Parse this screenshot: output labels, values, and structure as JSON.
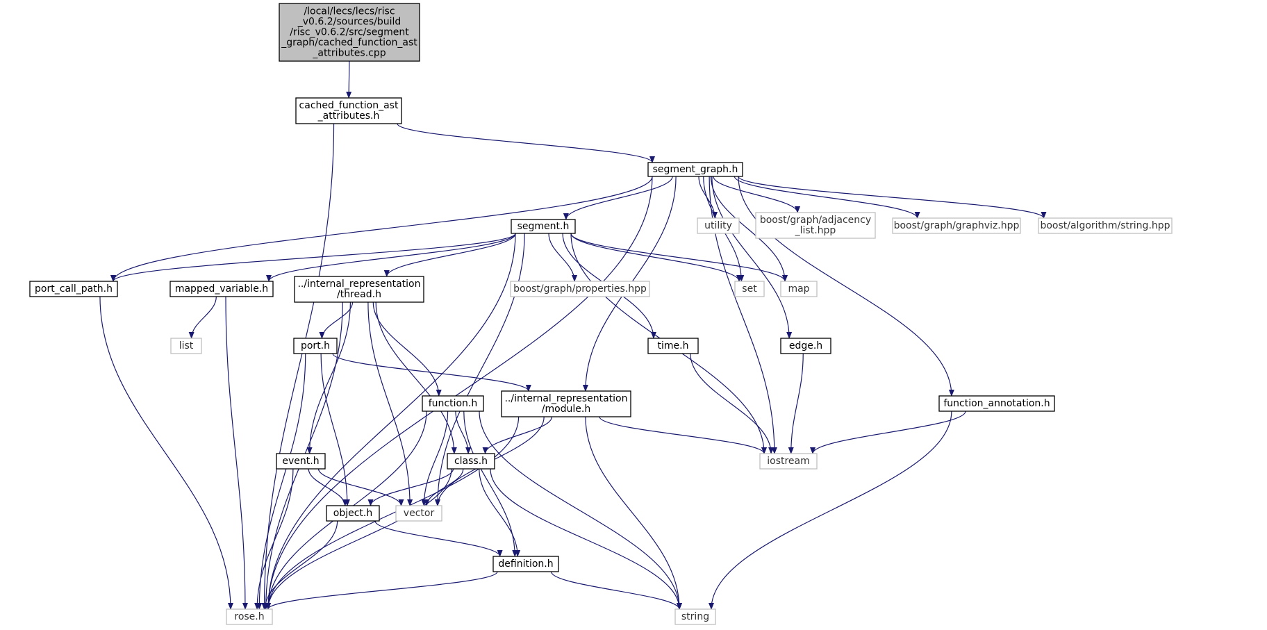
{
  "diagram": {
    "colors": {
      "edge": "#191970",
      "root_fill": "#bfbfbf",
      "node_border": "#000000",
      "external_border": "#bfbfbf"
    },
    "nodes": [
      {
        "id": "root",
        "kind": "root",
        "lines": [
          "/local/lecs/lecs/risc",
          "_v0.6.2/sources/build",
          "/risc_v0.6.2/src/segment",
          "_graph/cached_function_ast",
          "_attributes.cpp"
        ]
      },
      {
        "id": "cfa",
        "kind": "normal",
        "lines": [
          "cached_function_ast",
          "_attributes.h"
        ]
      },
      {
        "id": "sg",
        "kind": "normal",
        "lines": [
          "segment_graph.h"
        ]
      },
      {
        "id": "utility",
        "kind": "external",
        "lines": [
          "utility"
        ]
      },
      {
        "id": "adj",
        "kind": "external",
        "lines": [
          "boost/graph/adjacency",
          "_list.hpp"
        ]
      },
      {
        "id": "gviz",
        "kind": "external",
        "lines": [
          "boost/graph/graphviz.hpp"
        ]
      },
      {
        "id": "algstr",
        "kind": "external",
        "lines": [
          "boost/algorithm/string.hpp"
        ]
      },
      {
        "id": "seg",
        "kind": "normal",
        "lines": [
          "segment.h"
        ]
      },
      {
        "id": "pcp",
        "kind": "normal",
        "lines": [
          "port_call_path.h"
        ]
      },
      {
        "id": "mv",
        "kind": "normal",
        "lines": [
          "mapped_variable.h"
        ]
      },
      {
        "id": "thr",
        "kind": "normal",
        "lines": [
          "../internal_representation",
          "/thread.h"
        ]
      },
      {
        "id": "props",
        "kind": "external",
        "lines": [
          "boost/graph/properties.hpp"
        ]
      },
      {
        "id": "set",
        "kind": "external",
        "lines": [
          "set"
        ]
      },
      {
        "id": "map",
        "kind": "external",
        "lines": [
          "map"
        ]
      },
      {
        "id": "list",
        "kind": "external",
        "lines": [
          "list"
        ]
      },
      {
        "id": "port",
        "kind": "normal",
        "lines": [
          "port.h"
        ]
      },
      {
        "id": "time",
        "kind": "normal",
        "lines": [
          "time.h"
        ]
      },
      {
        "id": "edge",
        "kind": "normal",
        "lines": [
          "edge.h"
        ]
      },
      {
        "id": "func",
        "kind": "normal",
        "lines": [
          "function.h"
        ]
      },
      {
        "id": "mod",
        "kind": "normal",
        "lines": [
          "../internal_representation",
          "/module.h"
        ]
      },
      {
        "id": "fann",
        "kind": "normal",
        "lines": [
          "function_annotation.h"
        ]
      },
      {
        "id": "event",
        "kind": "normal",
        "lines": [
          "event.h"
        ]
      },
      {
        "id": "class",
        "kind": "normal",
        "lines": [
          "class.h"
        ]
      },
      {
        "id": "iostream",
        "kind": "external",
        "lines": [
          "iostream"
        ]
      },
      {
        "id": "object",
        "kind": "normal",
        "lines": [
          "object.h"
        ]
      },
      {
        "id": "vector",
        "kind": "external",
        "lines": [
          "vector"
        ]
      },
      {
        "id": "def",
        "kind": "normal",
        "lines": [
          "definition.h"
        ]
      },
      {
        "id": "rose",
        "kind": "external",
        "lines": [
          "rose.h"
        ]
      },
      {
        "id": "string",
        "kind": "external",
        "lines": [
          "string"
        ]
      }
    ],
    "edges": [
      [
        "root",
        "cfa"
      ],
      [
        "cfa",
        "sg"
      ],
      [
        "cfa",
        "rose"
      ],
      [
        "sg",
        "utility"
      ],
      [
        "sg",
        "adj"
      ],
      [
        "sg",
        "gviz"
      ],
      [
        "sg",
        "algstr"
      ],
      [
        "sg",
        "seg"
      ],
      [
        "sg",
        "pcp"
      ],
      [
        "sg",
        "mod"
      ],
      [
        "sg",
        "set"
      ],
      [
        "sg",
        "map"
      ],
      [
        "sg",
        "edge"
      ],
      [
        "sg",
        "rose"
      ],
      [
        "sg",
        "fann"
      ],
      [
        "sg",
        "iostream"
      ],
      [
        "seg",
        "pcp"
      ],
      [
        "seg",
        "mv"
      ],
      [
        "seg",
        "thr"
      ],
      [
        "seg",
        "props"
      ],
      [
        "seg",
        "set"
      ],
      [
        "seg",
        "map"
      ],
      [
        "seg",
        "time"
      ],
      [
        "seg",
        "iostream"
      ],
      [
        "seg",
        "vector"
      ],
      [
        "seg",
        "rose"
      ],
      [
        "pcp",
        "rose"
      ],
      [
        "mv",
        "list"
      ],
      [
        "mv",
        "rose"
      ],
      [
        "thr",
        "port"
      ],
      [
        "thr",
        "func"
      ],
      [
        "thr",
        "event"
      ],
      [
        "thr",
        "class"
      ],
      [
        "thr",
        "vector"
      ],
      [
        "thr",
        "rose"
      ],
      [
        "port",
        "mod"
      ],
      [
        "port",
        "object"
      ],
      [
        "port",
        "rose"
      ],
      [
        "time",
        "iostream"
      ],
      [
        "edge",
        "iostream"
      ],
      [
        "func",
        "class"
      ],
      [
        "func",
        "def"
      ],
      [
        "func",
        "vector"
      ],
      [
        "func",
        "string"
      ],
      [
        "func",
        "rose"
      ],
      [
        "mod",
        "class"
      ],
      [
        "mod",
        "vector"
      ],
      [
        "mod",
        "iostream"
      ],
      [
        "mod",
        "string"
      ],
      [
        "mod",
        "rose"
      ],
      [
        "fann",
        "iostream"
      ],
      [
        "fann",
        "string"
      ],
      [
        "event",
        "object"
      ],
      [
        "event",
        "vector"
      ],
      [
        "event",
        "rose"
      ],
      [
        "class",
        "object"
      ],
      [
        "class",
        "vector"
      ],
      [
        "class",
        "def"
      ],
      [
        "class",
        "string"
      ],
      [
        "class",
        "rose"
      ],
      [
        "object",
        "def"
      ],
      [
        "object",
        "rose"
      ],
      [
        "def",
        "rose"
      ],
      [
        "def",
        "string"
      ]
    ]
  }
}
